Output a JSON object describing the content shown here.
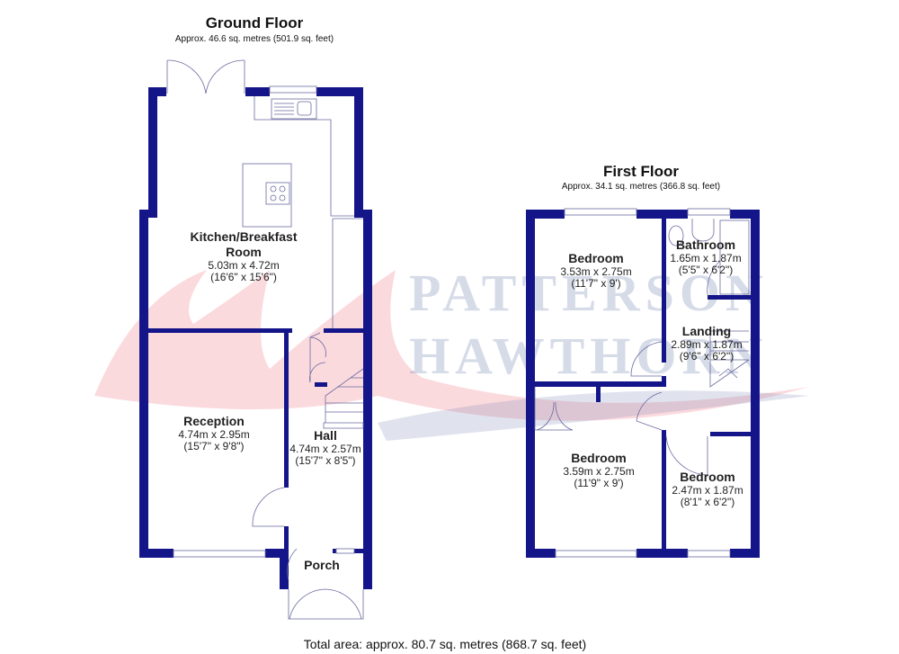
{
  "watermark": {
    "line1": "PATTERSON",
    "line2": "HAWTHORN"
  },
  "ground_floor": {
    "title": "Ground Floor",
    "area": "Approx. 46.6 sq. metres (501.9 sq. feet)",
    "rooms": [
      {
        "name": "Kitchen/Breakfast",
        "name2": "Room",
        "dim_m": "5.03m x 4.72m",
        "dim_ft": "(16'6\" x 15'6\")"
      },
      {
        "name": "Reception",
        "dim_m": "4.74m x 2.95m",
        "dim_ft": "(15'7\" x 9'8\")"
      },
      {
        "name": "Hall",
        "dim_m": "4.74m x 2.57m",
        "dim_ft": "(15'7\" x 8'5\")"
      },
      {
        "name": "Porch"
      }
    ]
  },
  "first_floor": {
    "title": "First Floor",
    "area": "Approx. 34.1 sq. metres (366.8 sq. feet)",
    "rooms": [
      {
        "name": "Bedroom",
        "dim_m": "3.53m x 2.75m",
        "dim_ft": "(11'7\" x 9')"
      },
      {
        "name": "Bathroom",
        "dim_m": "1.65m x 1.87m",
        "dim_ft": "(5'5\" x 6'2\")"
      },
      {
        "name": "Landing",
        "dim_m": "2.89m x 1.87m",
        "dim_ft": "(9'6\" x 6'2\")"
      },
      {
        "name": "Bedroom",
        "dim_m": "3.59m x 2.75m",
        "dim_ft": "(11'9\" x 9')"
      },
      {
        "name": "Bedroom",
        "dim_m": "2.47m x 1.87m",
        "dim_ft": "(8'1\" x 6'2\")"
      }
    ]
  },
  "total_area": "Total area: approx. 80.7 sq. metres (868.7 sq. feet)",
  "colors": {
    "wall": "#15158a",
    "watermark_red": "#e8324a",
    "watermark_blue": "#7080b0"
  }
}
